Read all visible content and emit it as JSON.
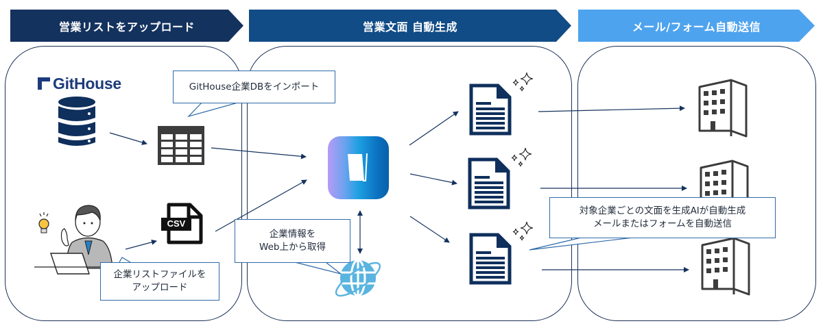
{
  "header": {
    "steps": [
      {
        "label": "営業リストをアップロード",
        "color": "#14325e"
      },
      {
        "label": "営業文面 自動生成",
        "color": "#114c86"
      },
      {
        "label": "メール/フォーム自動送信",
        "color": "#4ea3ee"
      }
    ]
  },
  "upload_panel": {
    "brand_logo": "GitHouse",
    "database_icon": "database-icon",
    "spreadsheet_icon": "table-icon",
    "csv_icon_label": "CSV",
    "person_illustration": "person-laptop-illustration",
    "callout_import": "GitHouse企業DBをインポート",
    "callout_upload": [
      "企業リストファイルを",
      "アップロード"
    ]
  },
  "generate_panel": {
    "app_icon": "app-logo-icon",
    "globe_icon": "globe-icon",
    "callout_web": [
      "企業情報を",
      "Web上から取得"
    ],
    "documents": [
      {
        "icon": "document-icon",
        "sparkle": "sparkle-icon"
      },
      {
        "icon": "document-icon",
        "sparkle": "sparkle-icon"
      },
      {
        "icon": "document-icon",
        "sparkle": "sparkle-icon"
      }
    ]
  },
  "send_panel": {
    "buildings": [
      "building-icon",
      "building-icon",
      "building-icon"
    ],
    "callout_send": [
      "対象企業ごとの文面を生成AIが自動生成",
      "メールまたはフォームを自動送信"
    ]
  },
  "colors": {
    "navy": "#0f2f5c",
    "line": "#1a2f55",
    "callout_border": "#2e6aa8",
    "icon_gray": "#3c3c3c",
    "globe": "#5ab4e0"
  }
}
